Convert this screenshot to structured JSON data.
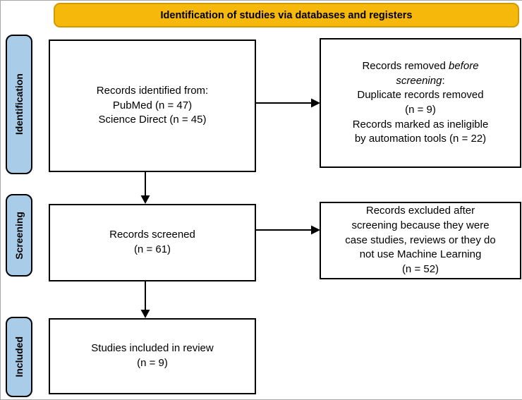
{
  "header": {
    "title": "Identification of studies via databases and registers"
  },
  "sidebar": {
    "stages": [
      {
        "label": "Identification"
      },
      {
        "label": "Screening"
      },
      {
        "label": "Included"
      }
    ]
  },
  "boxes": {
    "records_identified": {
      "lines": [
        "Records identified from:",
        "PubMed (n = 47)",
        "Science Direct (n = 45)"
      ]
    },
    "records_removed": {
      "line1_prefix": "Records removed ",
      "line1_italic": "before",
      "line2_italic": "screening",
      "line2_suffix": ":",
      "lines": [
        "Duplicate records removed",
        "(n = 9)",
        "Records marked as ineligible",
        "by automation tools (n = 22)"
      ]
    },
    "records_screened": {
      "lines": [
        "Records screened",
        "(n = 61)"
      ]
    },
    "records_excluded": {
      "lines": [
        "Records excluded after",
        "screening because they were",
        "case studies, reviews or they do",
        "not use Machine Learning",
        "(n = 52)"
      ]
    },
    "studies_included": {
      "lines": [
        "Studies included in review",
        "(n = 9)"
      ]
    }
  },
  "colors": {
    "header_fill": "#f7b80c",
    "header_border": "#ce9a06",
    "stage_fill": "#a9cce9",
    "box_border": "#000000",
    "arrow": "#000000"
  }
}
